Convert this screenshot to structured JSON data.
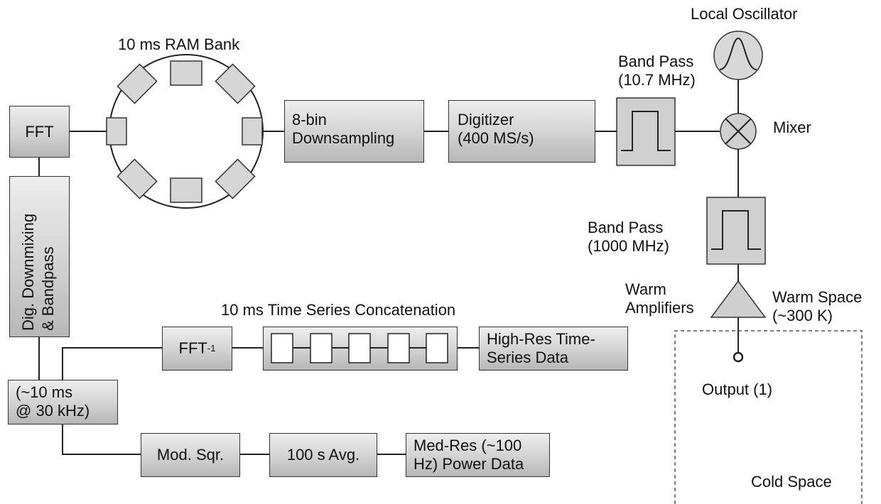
{
  "labels": {
    "ram_bank": "10 ms RAM Bank",
    "local_oscillator": "Local Oscillator",
    "band_pass_if_line1": "Band Pass",
    "band_pass_if_line2": "(10.7 MHz)",
    "mixer": "Mixer",
    "band_pass_rf_line1": "Band Pass",
    "band_pass_rf_line2": "(1000 MHz)",
    "warm_amplifiers_line1": "Warm",
    "warm_amplifiers_line2": "Amplifiers",
    "warm_space_line1": "Warm Space",
    "warm_space_line2": "(~300 K)",
    "output": "Output (1)",
    "cold_space": "Cold Space",
    "time_series_concat": "10 ms Time Series Concatenation"
  },
  "boxes": {
    "fft": "FFT",
    "downsampling_line1": "8-bin",
    "downsampling_line2": "Downsampling",
    "digitizer_line1": "Digitizer",
    "digitizer_line2": "(400 MS/s)",
    "dig_downmix_line1": "Dig. Downmixing",
    "dig_downmix_line2": "& Bandpass",
    "buffer_line1": "(~10 ms",
    "buffer_line2": "@ 30 kHz)",
    "ifft": "FFT",
    "ifft_sup": "-1",
    "high_res_line1": "High-Res Time-",
    "high_res_line2": "Series Data",
    "mod_sqr": "Mod. Sqr.",
    "avg_100s": "100 s Avg.",
    "med_res_line1": "Med-Res (~100",
    "med_res_line2": "Hz) Power Data"
  }
}
